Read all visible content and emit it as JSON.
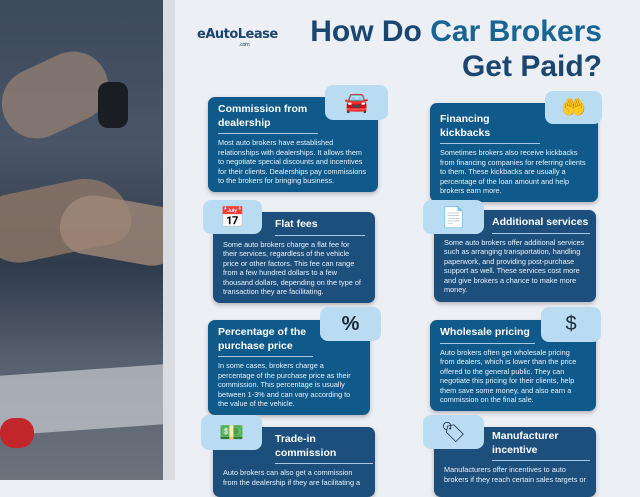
{
  "logo": {
    "text": "eAutoLease",
    "sub": ".com"
  },
  "title": {
    "part1": "How Do ",
    "part2": "Car Brokers",
    "part3": "Get Paid?"
  },
  "cards": [
    {
      "title": "Commission from dealership",
      "body": "Most auto brokers have established relationships with dealerships. It allows them to negotiate special discounts and incentives for their clients. Dealerships pay commissions to the brokers for bringing business.",
      "icon": "car-dollar-icon",
      "glyph": "🚘"
    },
    {
      "title": "Financing kickbacks",
      "body": "Sometimes brokers also receive kickbacks from financing companies for referring clients to them. These kickbacks are usually a percentage of the loan amount and help brokers earn more.",
      "icon": "hand-money-icon",
      "glyph": "🤲"
    },
    {
      "title": "Flat fees",
      "body": "Some auto brokers charge a flat fee for their services, regardless of the vehicle price or other factors. This fee can range from a few hundred dollars to a few thousand dollars, depending on the type of transaction they are facilitating.",
      "icon": "calendar-dollar-icon",
      "glyph": "📅"
    },
    {
      "title": "Additional services",
      "body": "Some auto brokers offer additional services such as arranging transportation, handling paperwork, and providing post-purchase support as well. These services cost more and give brokers a chance to make more money.",
      "icon": "documents-icon",
      "glyph": "📄"
    },
    {
      "title": "Percentage of the purchase price",
      "body": "In some cases, brokers charge a percentage of the purchase price as their commission. This percentage is usually between 1-3% and can vary according to the value of the vehicle.",
      "icon": "percent-icon",
      "glyph": "%"
    },
    {
      "title": "Wholesale pricing",
      "body": "Auto brokers often get wholesale pricing from dealers, which is lower than the price offered to the general public. They can negotiate this pricing for their clients, help them save some money, and also earn a commission on the final sale.",
      "icon": "dollar-circle-icon",
      "glyph": "$"
    },
    {
      "title": "Trade-in commission",
      "body": "Auto brokers can also get a commission from the dealership if they are facilitating a",
      "icon": "cash-exchange-icon",
      "glyph": "💵"
    },
    {
      "title": "Manufacturer incentive",
      "body": "Manufacturers offer incentives to auto brokers if they reach certain sales targets or",
      "icon": "price-tag-icon",
      "glyph": "🏷"
    }
  ]
}
